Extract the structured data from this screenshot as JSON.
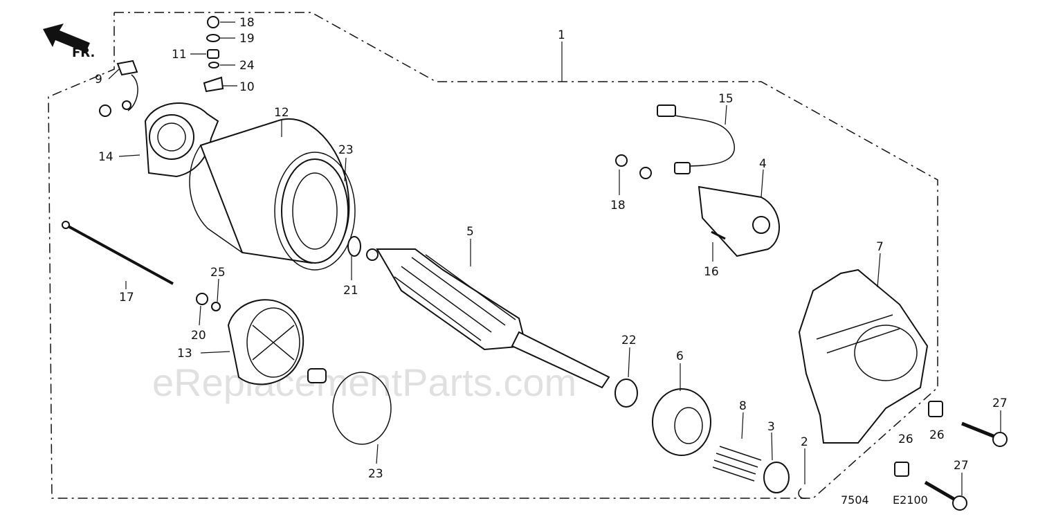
{
  "watermark": "eReplacementParts.com",
  "direction_label": "FR.",
  "footer": {
    "left_code": "7504",
    "right_code": "E2100"
  },
  "callouts": {
    "c1": "1",
    "c2": "2",
    "c3": "3",
    "c4": "4",
    "c5": "5",
    "c6": "6",
    "c7": "7",
    "c8": "8",
    "c9": "9",
    "c10": "10",
    "c11": "11",
    "c12": "12",
    "c13": "13",
    "c14": "14",
    "c15": "15",
    "c16": "16",
    "c17": "17",
    "c18a": "18",
    "c18b": "18",
    "c19": "19",
    "c20": "20",
    "c21": "21",
    "c22": "22",
    "c23a": "23",
    "c23b": "23",
    "c24": "24",
    "c25": "25",
    "c26a": "26",
    "c26b": "26",
    "c27a": "27",
    "c27b": "27"
  }
}
